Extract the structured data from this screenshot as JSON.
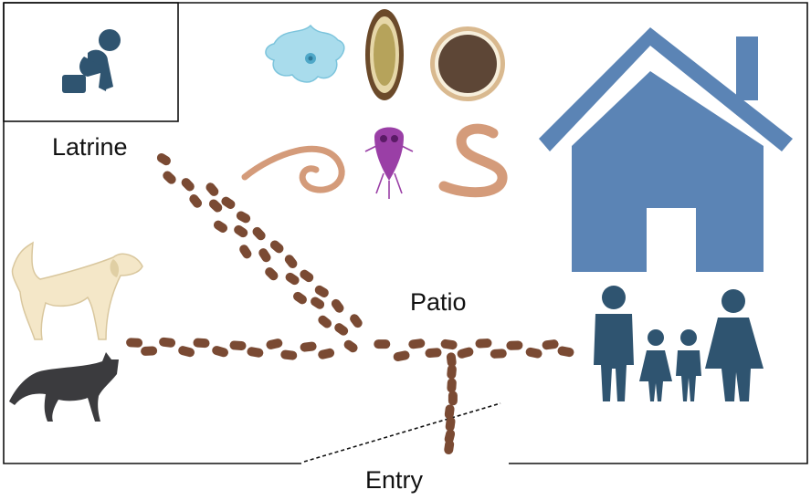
{
  "labels": {
    "latrine": "Latrine",
    "patio": "Patio",
    "entry": "Entry"
  },
  "icons": [
    "person-on-latrine-icon",
    "amoeba-icon",
    "parasite-egg-oval-icon",
    "parasite-egg-round-icon",
    "coiled-larva-icon",
    "giardia-icon",
    "roundworm-icon",
    "house-icon",
    "dog-icon",
    "cat-icon",
    "family-icon"
  ],
  "colors": {
    "feces": "#7a4a33",
    "house": "#5b84b5",
    "family": "#2f5470",
    "worm": "#d49b7a",
    "amoeba": "#a9dcec",
    "giardia": "#9a3fa6",
    "dog": "#f4e7c8",
    "cat": "#3b3b3e",
    "outline": "#111111"
  }
}
